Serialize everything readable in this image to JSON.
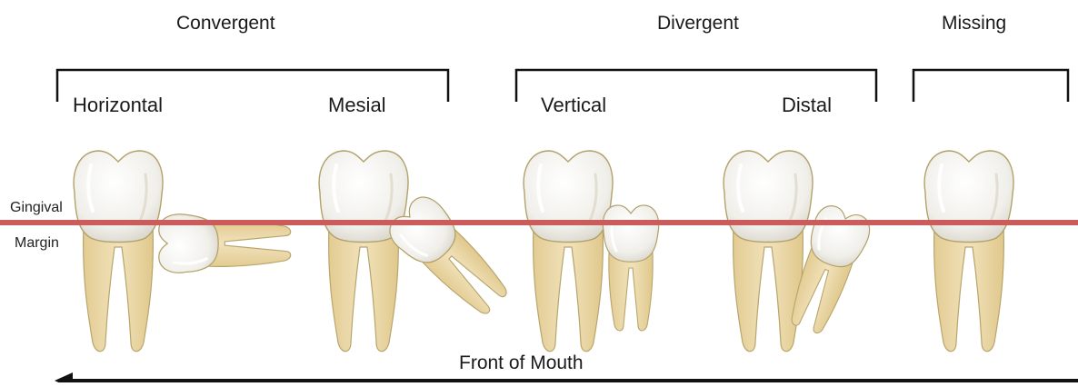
{
  "groups": [
    {
      "title": "Convergent",
      "subtypes": [
        "Horizontal",
        "Mesial"
      ]
    },
    {
      "title": "Divergent",
      "subtypes": [
        "Vertical",
        "Distal"
      ]
    },
    {
      "title": "Missing",
      "subtypes": []
    }
  ],
  "gingival_line": {
    "label_top": "Gingival",
    "label_bottom": "Margin",
    "color": "#cc5c5c"
  },
  "direction_label": "Front of Mouth",
  "colors": {
    "enamel": "#f2f1ec",
    "root": "#ecd9a8",
    "outline": "#b3a16a",
    "bracket": "#111111",
    "arrow": "#111111"
  }
}
